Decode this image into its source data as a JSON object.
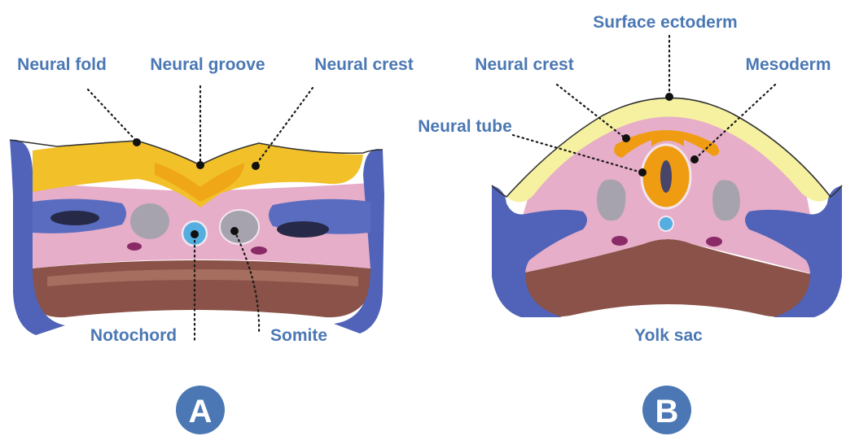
{
  "panel_a": {
    "badge": "A",
    "labels": {
      "neural_fold": "Neural fold",
      "neural_groove": "Neural groove",
      "neural_crest": "Neural crest",
      "notochord": "Notochord",
      "somite": "Somite"
    }
  },
  "panel_b": {
    "badge": "B",
    "labels": {
      "surface_ectoderm": "Surface ectoderm",
      "neural_crest": "Neural crest",
      "mesoderm": "Mesoderm",
      "neural_tube": "Neural tube",
      "yolk_sac": "Yolk sac"
    }
  },
  "colors": {
    "label": "#4b78b4",
    "badge": "#4b78b4",
    "ectoderm_yellow": "#f2c028",
    "surface_ectoderm_pale": "#f6f1a0",
    "neural_orange": "#ef9c12",
    "mesoderm_pink": "#e6aec8",
    "lateral_blue": "#5063b8",
    "yolk_brown": "#8a5248",
    "somite_gray": "#a7a3ae",
    "notochord_blue": "#55aee0",
    "vessel_purple": "#8a2a66"
  }
}
